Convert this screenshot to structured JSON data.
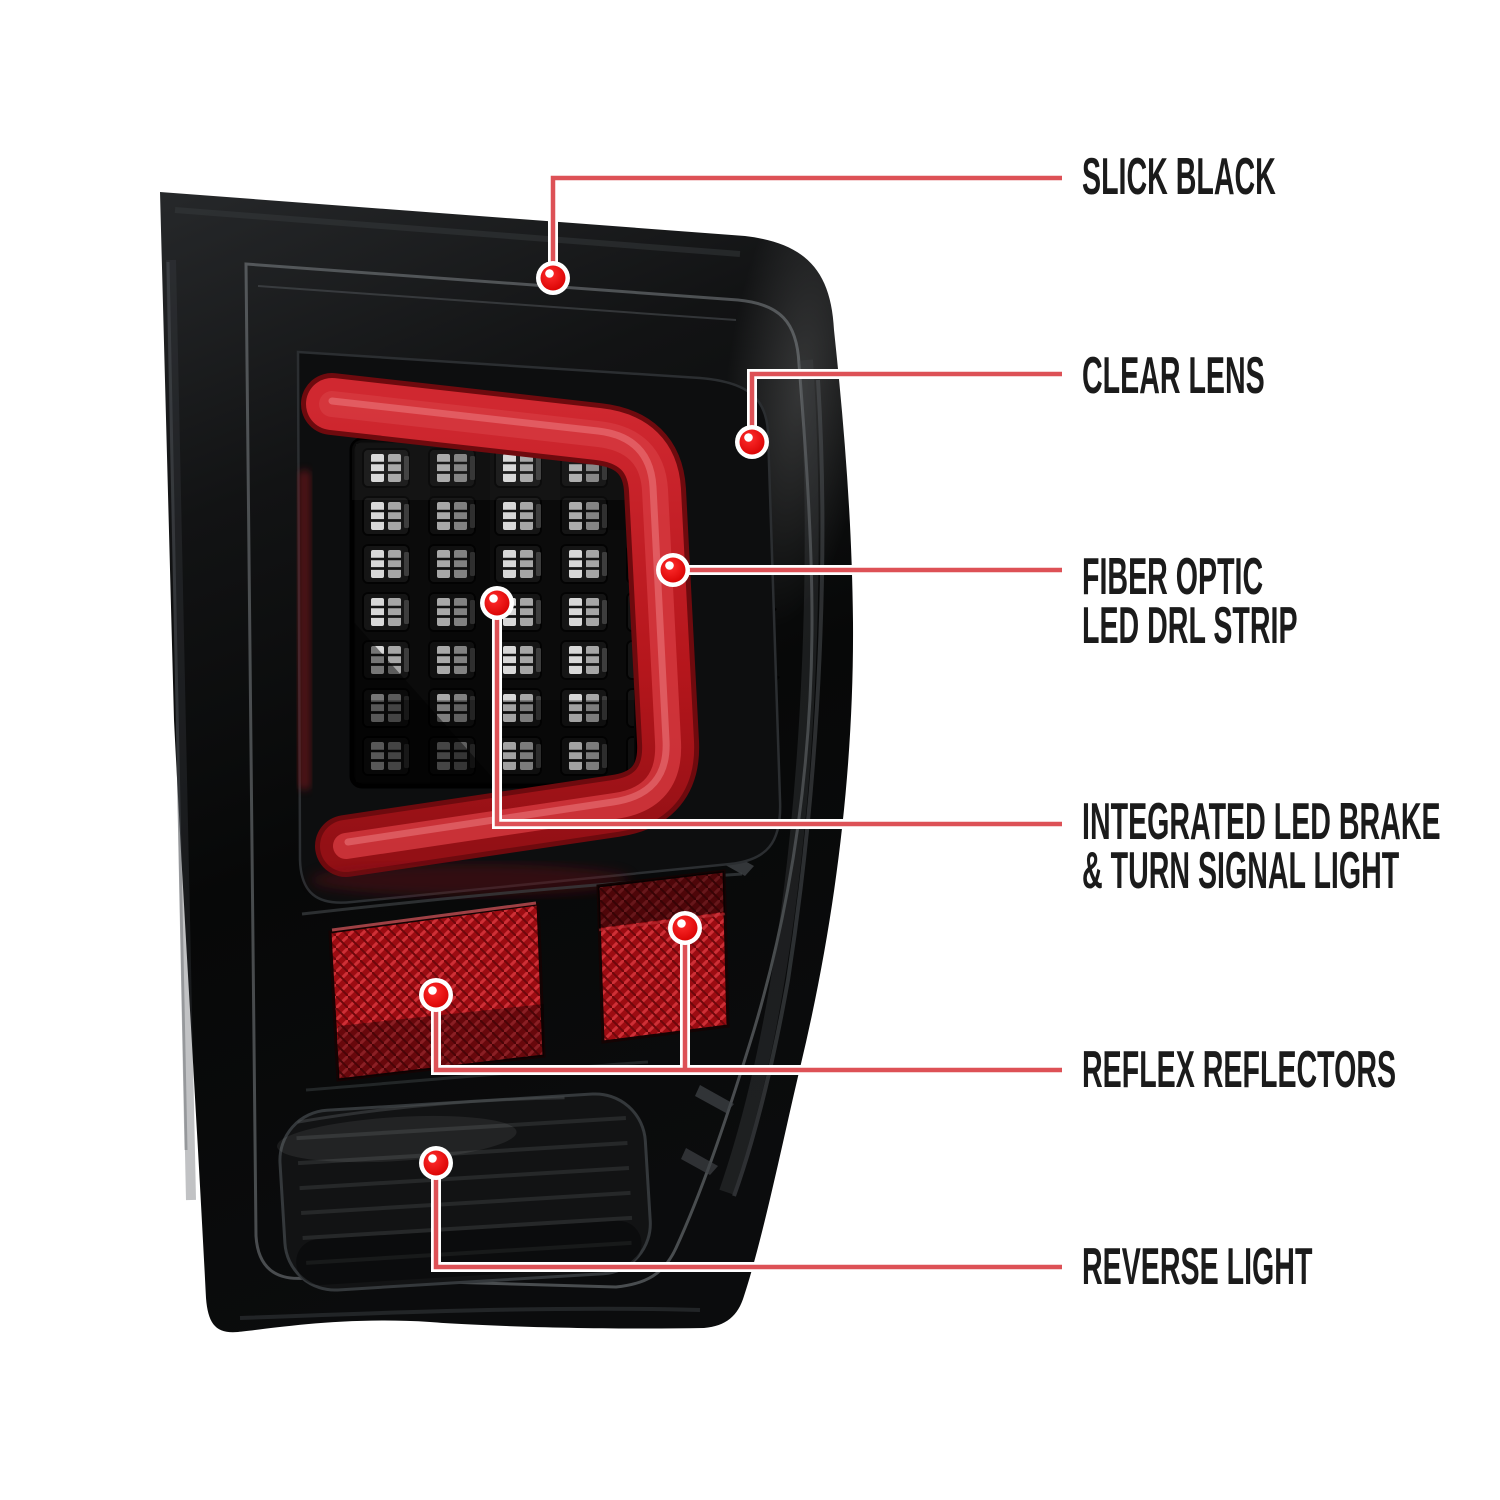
{
  "illustration": {
    "subject": "LED tail light with slick black housing and clear lens",
    "colors": {
      "background": "#ffffff",
      "marker_dot": "#e60000",
      "leader_line": "#dd5156",
      "label_text": "#1b1b1b",
      "drl_strip_red": "#c2191f",
      "reflector_red": "#9c0c12",
      "housing_black": "#0b0c0d"
    }
  },
  "callouts": {
    "slick_black": {
      "label": "SLICK BLACK"
    },
    "clear_lens": {
      "label": "CLEAR LENS"
    },
    "fiber_optic": {
      "line1": "FIBER OPTIC",
      "line2": "LED DRL STRIP"
    },
    "brake_turn": {
      "line1": "INTEGRATED LED BRAKE",
      "line2": "& TURN SIGNAL LIGHT"
    },
    "reflex_reflectors": {
      "label": "REFLEX REFLECTORS"
    },
    "reverse_light": {
      "label": "REVERSE LIGHT"
    }
  }
}
